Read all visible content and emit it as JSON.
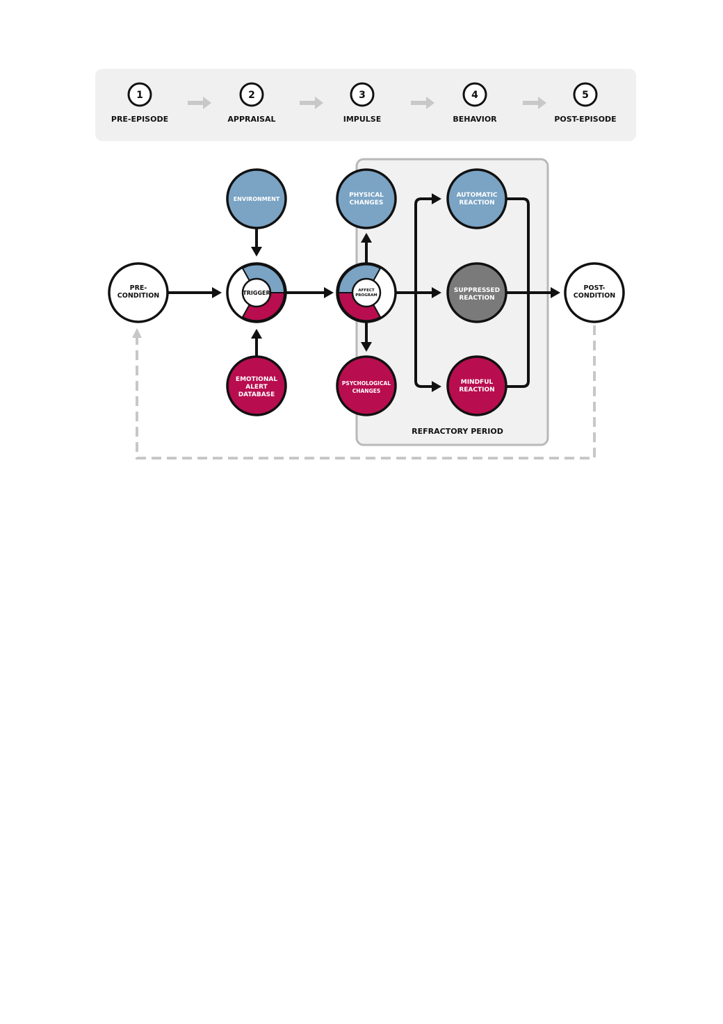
{
  "colors": {
    "blue": "#7aa3c4",
    "crimson": "#b80d4f",
    "gray": "#7a7a7a",
    "panel": "#f0f0f0",
    "refractory_panel": "#f1f1f1",
    "refractory_border": "#b8b8b8",
    "stroke": "#111111",
    "arrow_light": "#c8c8c8",
    "dashed": "#c7c7c7"
  },
  "stages": [
    {
      "number": "1",
      "label": "PRE-EPISODE"
    },
    {
      "number": "2",
      "label": "APPRAISAL"
    },
    {
      "number": "3",
      "label": "IMPULSE"
    },
    {
      "number": "4",
      "label": "BEHAVIOR"
    },
    {
      "number": "5",
      "label": "POST-EPISODE"
    }
  ],
  "nodes": {
    "precondition": [
      "PRE-",
      "CONDITION"
    ],
    "environment": [
      "ENVIRONMENT"
    ],
    "trigger": [
      "TRIGGER"
    ],
    "emotional_alert_database": [
      "EMOTIONAL",
      "ALERT",
      "DATABASE"
    ],
    "physical_changes": [
      "PHYSICAL",
      "CHANGES"
    ],
    "affect_program": [
      "AFFECT",
      "PROGRAM"
    ],
    "psychological_changes": [
      "PSYCHOLOGICAL",
      "CHANGES"
    ],
    "automatic_reaction": [
      "AUTOMATIC",
      "REACTION"
    ],
    "suppressed_reaction": [
      "SUPPRESSED",
      "REACTION"
    ],
    "mindful_reaction": [
      "MINDFUL",
      "REACTION"
    ],
    "postcondition": [
      "POST-",
      "CONDITION"
    ]
  },
  "refractory_label": "REFRACTORY PERIOD"
}
